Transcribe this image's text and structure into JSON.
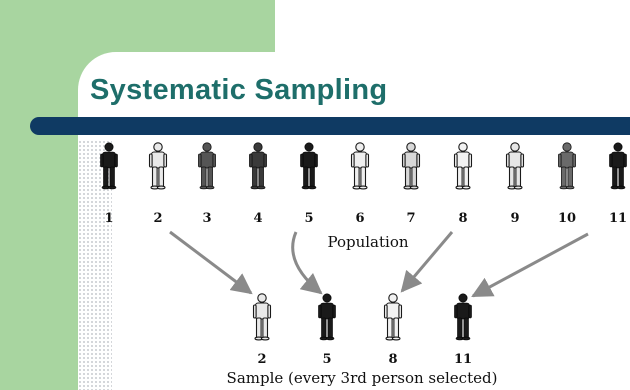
{
  "slide": {
    "title": "Systematic Sampling",
    "colors": {
      "green_block": "#a8d5a0",
      "title": "#1e6e6a",
      "rule": "#0f3a63"
    }
  },
  "population": {
    "label": "Population",
    "numbers": [
      "1",
      "2",
      "3",
      "4",
      "5",
      "6",
      "7",
      "8",
      "9",
      "10",
      "11"
    ]
  },
  "sample": {
    "label": "Sample (every 3rd person selected)",
    "numbers": [
      "2",
      "5",
      "8",
      "11"
    ]
  }
}
